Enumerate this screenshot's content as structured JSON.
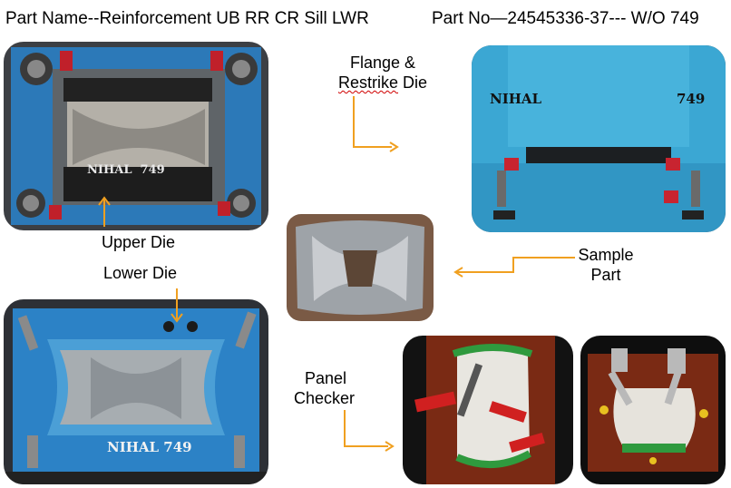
{
  "header": {
    "part_name": "Part Name--Reinforcement  UB RR CR Sill LWR",
    "part_no": "Part No—24545336-37--- W/O 749"
  },
  "labels": {
    "flange_line1": "Flange &",
    "flange_line2_a": "Restrike",
    "flange_line2_b": " Die",
    "upper_die": "Upper Die",
    "lower_die": "Lower Die",
    "sample_line1": "Sample",
    "sample_line2": "Part",
    "panel_line1": "Panel",
    "panel_line2": "Checker"
  },
  "stamps": {
    "upper_die": "NIHAL  749",
    "restrike_brand": "NIHAL",
    "restrike_no": "749",
    "lower_die": "NIHAL 749"
  },
  "colors": {
    "arrow": "#f0a020",
    "die_blue": "#2f86c4",
    "restrike_blue": "#3aa6d2",
    "checker_board": "#7a2a14"
  }
}
